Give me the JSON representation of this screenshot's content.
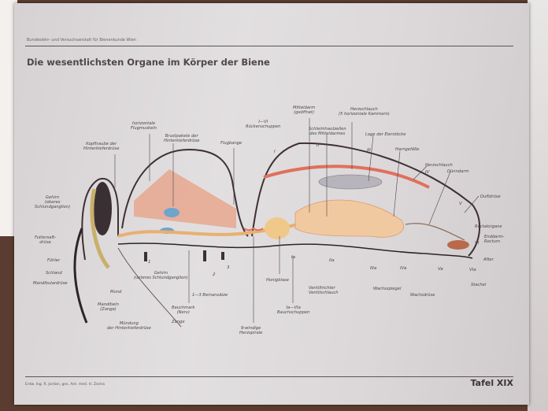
{
  "header": {
    "institution": "Bundeslehr- und Versuchsanstalt für Bienenkunde Wien",
    "title": "Die wesentlichsten Organe im Körper der Biene"
  },
  "footer": {
    "credit": "Entw. Ing. R. Jordan, ges. Ant. med. H. Zecha",
    "plate": "Tafel XIX"
  },
  "labels": {
    "kopftraube": "Kopftraube der\nHinterkieferdrüse",
    "flugmuskeln": "horizontale\nFlugmuskeln",
    "brustpakete": "Brustpakete der\nHinterkieferdrüse",
    "flugbange": "Flugbange",
    "rueckenschuppen": "I—VI\nRückenschuppen",
    "mitteldarm": "Mitteldarm\n(geöffnet)",
    "herzschlauch_kammern": "Herzschlauch\n(5 horizontale Kammern)",
    "schleimhaut": "Schleimhautzellen\ndes Mitteldarmes",
    "eierstoecke": "Lage der Eierstöcke",
    "harngefaesse": "Harngefäße",
    "herzschlauch": "Herzschlauch",
    "duenndarm": "Dünndarm",
    "duftdruese": "Duftdrüse",
    "rectalorgane": "Rectalorgane",
    "enddarm": "Enddarm-\nRectum",
    "after": "After",
    "stachel": "Stachel",
    "gehirn_oben": "Gehirn\n(oberes\nSchlundganglion)",
    "futtersaft": "Futtersaft-\ndrüse",
    "fuehler": "Fühler",
    "schland": "Schland",
    "mandibular": "Mandibulardrüse",
    "mund": "Mund",
    "mandibeln": "Mandibeln\n(Zange)",
    "muendung": "Mündung\nder Hinterkieferdrüse",
    "zange": "Zange",
    "gehirn_unten": "Gehirn\n(unteres Schlundganglion)",
    "bauchmark": "Bauchmark\n(Nerv)",
    "beinansaetze": "1—3 Beinansätze",
    "herzspirale": "9-windige\nHerzspirale",
    "honigblase": "Honigblase",
    "bauchschuppen": "Ia—VIa\nBauchschuppen",
    "ventil": "Ventiltrichter\nVentilschlauch",
    "wachsspiegel": "Wachsspiegel",
    "wachsdruese": "Wachsdrüse"
  },
  "numerals": {
    "I": "I",
    "II": "II",
    "III": "III",
    "IV": "IV",
    "V": "V",
    "VI": "VI",
    "Ia": "Ia",
    "IIa": "IIa",
    "IIIa": "IIIa",
    "IVa": "IVa",
    "Va": "Va",
    "VIa": "VIa",
    "leg1": "1",
    "leg2": "2",
    "leg3": "3"
  },
  "colors": {
    "outline": "#3e3034",
    "heart": "#e0705c",
    "gut": "#e8b070",
    "nerve": "#2a2426",
    "gland": "#6fa4cc"
  }
}
